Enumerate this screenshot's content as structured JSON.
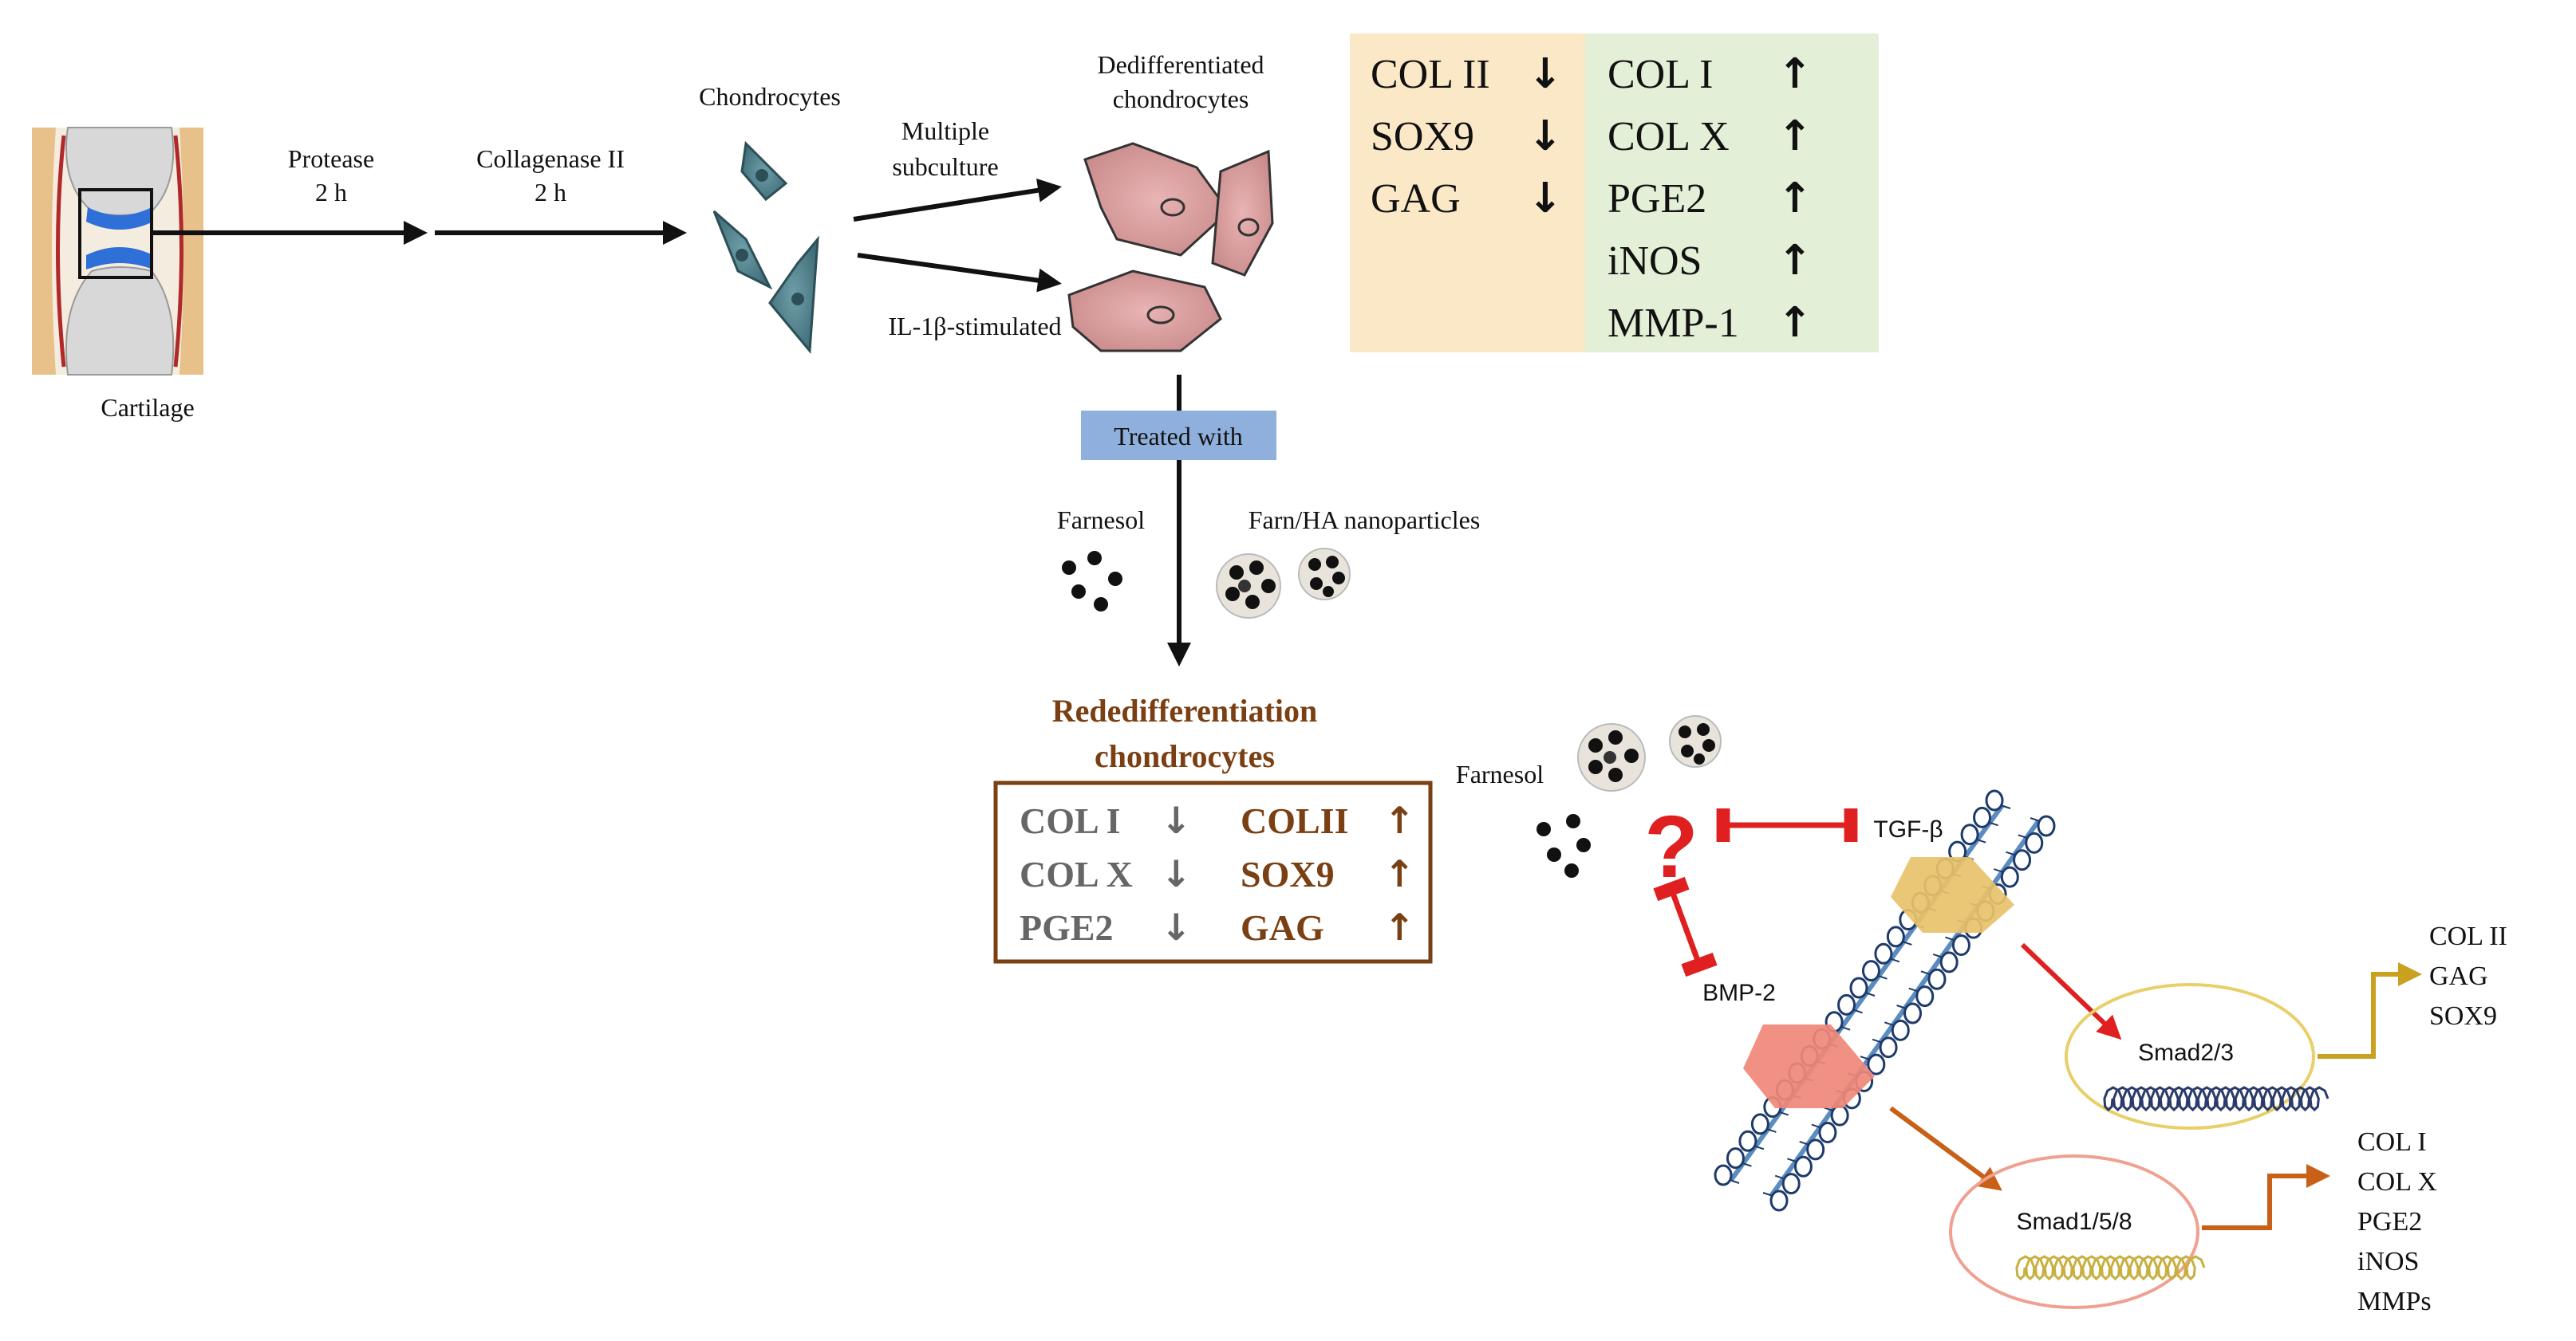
{
  "left_flow": {
    "cartilage_label": "Cartilage",
    "step1": {
      "title": "Protease",
      "time": "2 h"
    },
    "step2": {
      "title": "Collagenase II",
      "time": "2 h"
    },
    "chondrocytes_label": "Chondrocytes",
    "branch_top": "Multiple subculture",
    "branch_bottom": "IL-1β-stimulated",
    "dediff_label": "Dedifferentiated chondrocytes"
  },
  "dediff_markers": {
    "down": [
      {
        "name": "COL II",
        "arrow": "↓"
      },
      {
        "name": "SOX9",
        "arrow": "↓"
      },
      {
        "name": "GAG",
        "arrow": "↓"
      }
    ],
    "up": [
      {
        "name": "COL I",
        "arrow": "↑"
      },
      {
        "name": "COL X",
        "arrow": "↑"
      },
      {
        "name": "PGE2",
        "arrow": "↑"
      },
      {
        "name": "iNOS",
        "arrow": "↑"
      },
      {
        "name": "MMP-1",
        "arrow": "↑"
      }
    ],
    "colors": {
      "down_bg": "#fbe8c7",
      "up_bg": "#e3efd6"
    }
  },
  "treatment": {
    "label": "Treated with",
    "farnesol": "Farnesol",
    "nanoparticles": "Farn/HA nanoparticles",
    "label_bg": "#8fb0dc"
  },
  "redediff": {
    "title_line1": "Rededifferentiation",
    "title_line2": "chondrocytes",
    "down": [
      {
        "name": "COL I",
        "arrow": "↓"
      },
      {
        "name": "COL X",
        "arrow": "↓"
      },
      {
        "name": "PGE2",
        "arrow": "↓"
      }
    ],
    "up": [
      {
        "name": "COLII",
        "arrow": "↑"
      },
      {
        "name": "SOX9",
        "arrow": "↑"
      },
      {
        "name": "GAG",
        "arrow": "↑"
      }
    ],
    "colors": {
      "accent": "#7a3f12",
      "muted": "#666666"
    }
  },
  "pathway": {
    "farnesol": "Farnesol",
    "question": "?",
    "tgf": "TGF-β",
    "bmp": "BMP-2",
    "smad23": "Smad2/3",
    "smad158": "Smad1/5/8",
    "smad23_targets": [
      "COL II",
      "GAG",
      "SOX9"
    ],
    "smad158_targets": [
      "COL I",
      "COL X",
      "PGE2",
      "iNOS",
      "MMPs"
    ],
    "colors": {
      "inhibit": "#e02020",
      "tgf": "#e8c26a",
      "bmp": "#f08878",
      "smad23_ring": "#e8cf6a",
      "smad158_ring": "#f0a090",
      "arrow_gold": "#c9a020",
      "arrow_orange": "#d06018",
      "membrane": "#5b8cc0"
    }
  }
}
